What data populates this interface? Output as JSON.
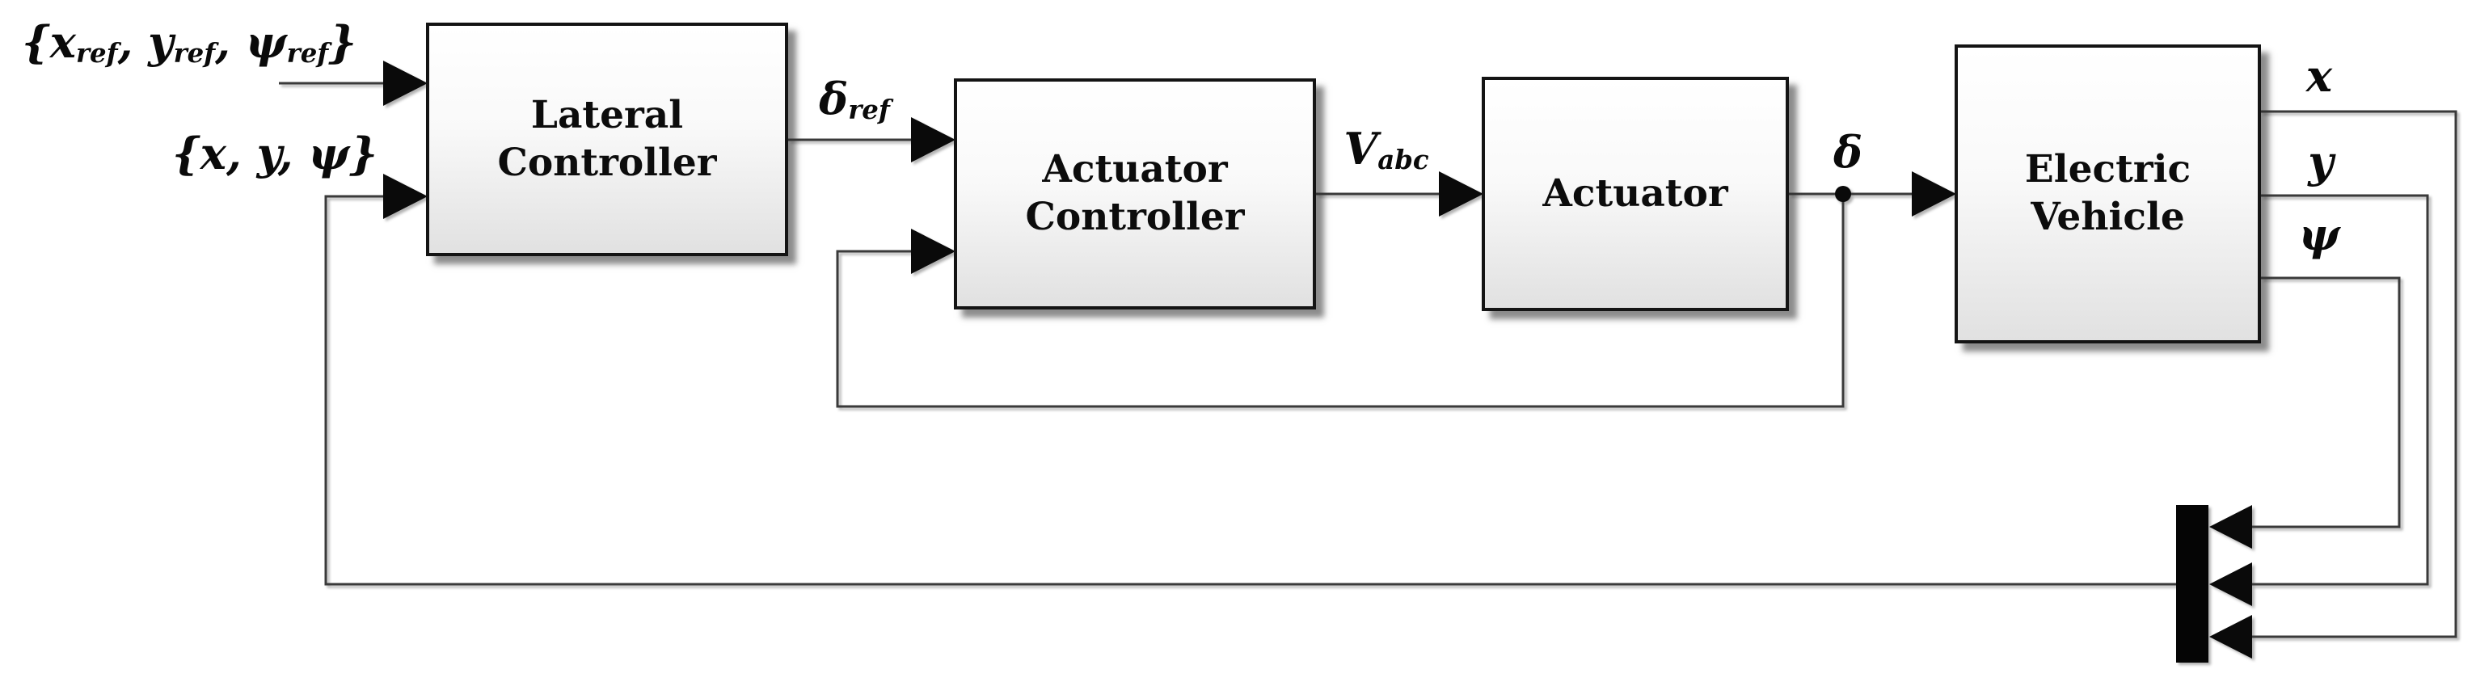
{
  "diagram": {
    "title": "Lateral control block diagram of an electric vehicle",
    "background_color": "#ffffff",
    "wire_color": "#3a3a3a",
    "block_border_color": "#141414",
    "block_fill_top": "#ffffff",
    "block_fill_bottom": "#e1e1e1",
    "arrow_color": "#0a0a0a",
    "mux_color": "#050505"
  },
  "blocks": {
    "lateral_controller": {
      "lines": [
        "Lateral",
        "Controller"
      ]
    },
    "actuator_controller": {
      "lines": [
        "Actuator",
        "Controller"
      ]
    },
    "actuator": {
      "lines": [
        "Actuator"
      ]
    },
    "electric_vehicle": {
      "lines": [
        "Electric",
        "Vehicle"
      ]
    }
  },
  "signals": {
    "reference_input": {
      "parts": [
        {
          "v": "{"
        },
        {
          "v": "x"
        },
        {
          "v": "ref",
          "sub": true
        },
        {
          "v": ", "
        },
        {
          "v": "y"
        },
        {
          "v": "ref",
          "sub": true
        },
        {
          "v": ", "
        },
        {
          "v": "ψ"
        },
        {
          "v": "ref",
          "sub": true
        },
        {
          "v": "}"
        }
      ]
    },
    "state_feedback_input": {
      "parts": [
        {
          "v": "{"
        },
        {
          "v": "x"
        },
        {
          "v": ", "
        },
        {
          "v": "y"
        },
        {
          "v": ", "
        },
        {
          "v": "ψ"
        },
        {
          "v": "}"
        }
      ]
    },
    "delta_ref": {
      "parts": [
        {
          "v": "δ"
        },
        {
          "v": "ref",
          "sub": true
        }
      ]
    },
    "v_abc": {
      "parts": [
        {
          "v": "V"
        },
        {
          "v": "abc",
          "sub": true
        }
      ]
    },
    "delta": {
      "parts": [
        {
          "v": "δ"
        }
      ]
    },
    "output_x": {
      "parts": [
        {
          "v": "x"
        }
      ]
    },
    "output_y": {
      "parts": [
        {
          "v": "y"
        }
      ]
    },
    "output_psi": {
      "parts": [
        {
          "v": "ψ"
        }
      ]
    }
  }
}
